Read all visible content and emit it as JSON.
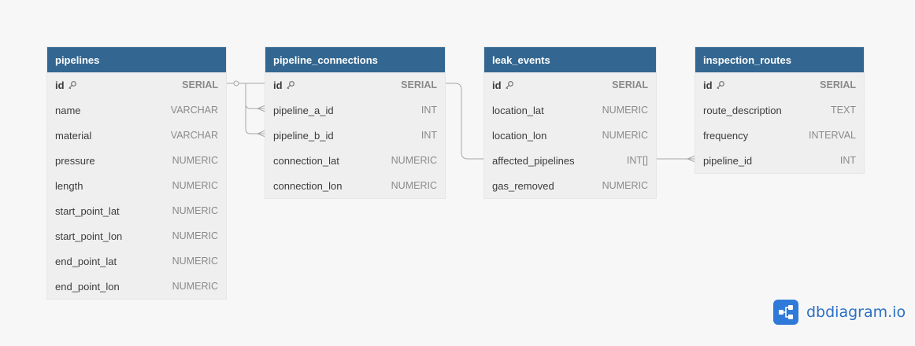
{
  "tables": [
    {
      "name": "pipelines",
      "fields": [
        {
          "name": "id",
          "type": "SERIAL",
          "pk": true
        },
        {
          "name": "name",
          "type": "VARCHAR"
        },
        {
          "name": "material",
          "type": "VARCHAR"
        },
        {
          "name": "pressure",
          "type": "NUMERIC"
        },
        {
          "name": "length",
          "type": "NUMERIC"
        },
        {
          "name": "start_point_lat",
          "type": "NUMERIC"
        },
        {
          "name": "start_point_lon",
          "type": "NUMERIC"
        },
        {
          "name": "end_point_lat",
          "type": "NUMERIC"
        },
        {
          "name": "end_point_lon",
          "type": "NUMERIC"
        }
      ]
    },
    {
      "name": "pipeline_connections",
      "fields": [
        {
          "name": "id",
          "type": "SERIAL",
          "pk": true
        },
        {
          "name": "pipeline_a_id",
          "type": "INT"
        },
        {
          "name": "pipeline_b_id",
          "type": "INT"
        },
        {
          "name": "connection_lat",
          "type": "NUMERIC"
        },
        {
          "name": "connection_lon",
          "type": "NUMERIC"
        }
      ]
    },
    {
      "name": "leak_events",
      "fields": [
        {
          "name": "id",
          "type": "SERIAL",
          "pk": true
        },
        {
          "name": "location_lat",
          "type": "NUMERIC"
        },
        {
          "name": "location_lon",
          "type": "NUMERIC"
        },
        {
          "name": "affected_pipelines",
          "type": "INT[]"
        },
        {
          "name": "gas_removed",
          "type": "NUMERIC"
        }
      ]
    },
    {
      "name": "inspection_routes",
      "fields": [
        {
          "name": "id",
          "type": "SERIAL",
          "pk": true
        },
        {
          "name": "route_description",
          "type": "TEXT"
        },
        {
          "name": "frequency",
          "type": "INTERVAL"
        },
        {
          "name": "pipeline_id",
          "type": "INT"
        }
      ]
    }
  ],
  "relationships": [
    {
      "from": "pipelines.id",
      "to": "pipeline_connections.pipeline_a_id",
      "type": "one-to-many"
    },
    {
      "from": "pipelines.id",
      "to": "pipeline_connections.pipeline_b_id",
      "type": "one-to-many"
    },
    {
      "from": "pipeline_connections.id",
      "to": "leak_events.affected_pipelines",
      "type": "one-to-one"
    },
    {
      "from": "leak_events.affected_pipelines",
      "to": "inspection_routes.pipeline_id",
      "type": "one-to-many"
    }
  ],
  "brand": {
    "text": "dbdiagram.io"
  },
  "colors": {
    "header": "#336791",
    "brand": "#2f7ad8",
    "line": "#a0a0a0"
  }
}
